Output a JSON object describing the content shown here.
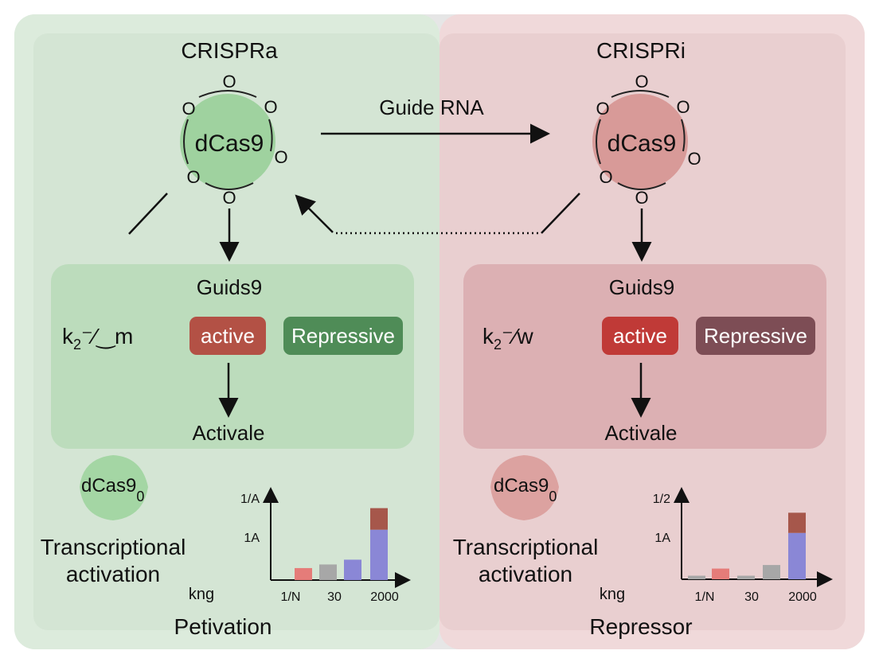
{
  "colors": {
    "left_panel_bg": "#d4e5d4",
    "right_panel_bg": "#e9cfd0",
    "left_box_bg": "#bcdcbc",
    "right_box_bg": "#dcb0b3",
    "green_blob": "#9fd29f",
    "red_blob": "#d89a98",
    "active_left": "#b35145",
    "repressive_left": "#4f8c57",
    "active_right": "#c03a37",
    "repressive_right": "#7d4d55",
    "bar_red": "#e57c79",
    "bar_gray": "#a7a7a7",
    "bar_blue": "#8a87d6",
    "bar_top": "#a6574b"
  },
  "left": {
    "title": "CRISPRa",
    "protein": "dCas9",
    "box": {
      "title": "Guids9",
      "kinetic": "k₂⁻⁄́m",
      "active_label": "active",
      "repressive_label": "Repressive",
      "result": "Activale"
    },
    "small_protein": "dCas9",
    "small_protein_sub": "0",
    "caption_line1": "Transcriptional",
    "caption_line2": "activation",
    "unit": "kng",
    "footer": "Petivation"
  },
  "right": {
    "title": "CRISPRi",
    "protein": "dCas9",
    "box": {
      "title": "Guids9",
      "kinetic": "k₂⁻⁄́w",
      "active_label": "active",
      "repressive_label": "Repressive",
      "result": "Activale"
    },
    "small_protein": "dCas9",
    "small_protein_sub": "0",
    "caption_line1": "Transcriptional",
    "caption_line2": "activation",
    "unit": "kng",
    "footer": "Repressor"
  },
  "guide_rna_label": "Guide RNA",
  "ring_label": "O",
  "chart_data": [
    {
      "type": "bar",
      "y_tick_labels": [
        "1/A",
        "1A"
      ],
      "x_tick_labels": [
        "1/N",
        "30",
        "2000"
      ],
      "series": [
        {
          "values": [
            0,
            0.1,
            0.13,
            0.17,
            0.42
          ]
        },
        {
          "values": [
            0,
            0,
            0,
            0,
            0.18
          ]
        }
      ]
    },
    {
      "type": "bar",
      "y_tick_labels": [
        "1/2",
        "1A"
      ],
      "x_tick_labels": [
        "1/N",
        "30",
        "2000"
      ],
      "series": [
        {
          "values": [
            0.03,
            0.09,
            0.03,
            0.12,
            0.39
          ]
        },
        {
          "values": [
            0,
            0,
            0,
            0,
            0.17
          ]
        }
      ]
    }
  ]
}
